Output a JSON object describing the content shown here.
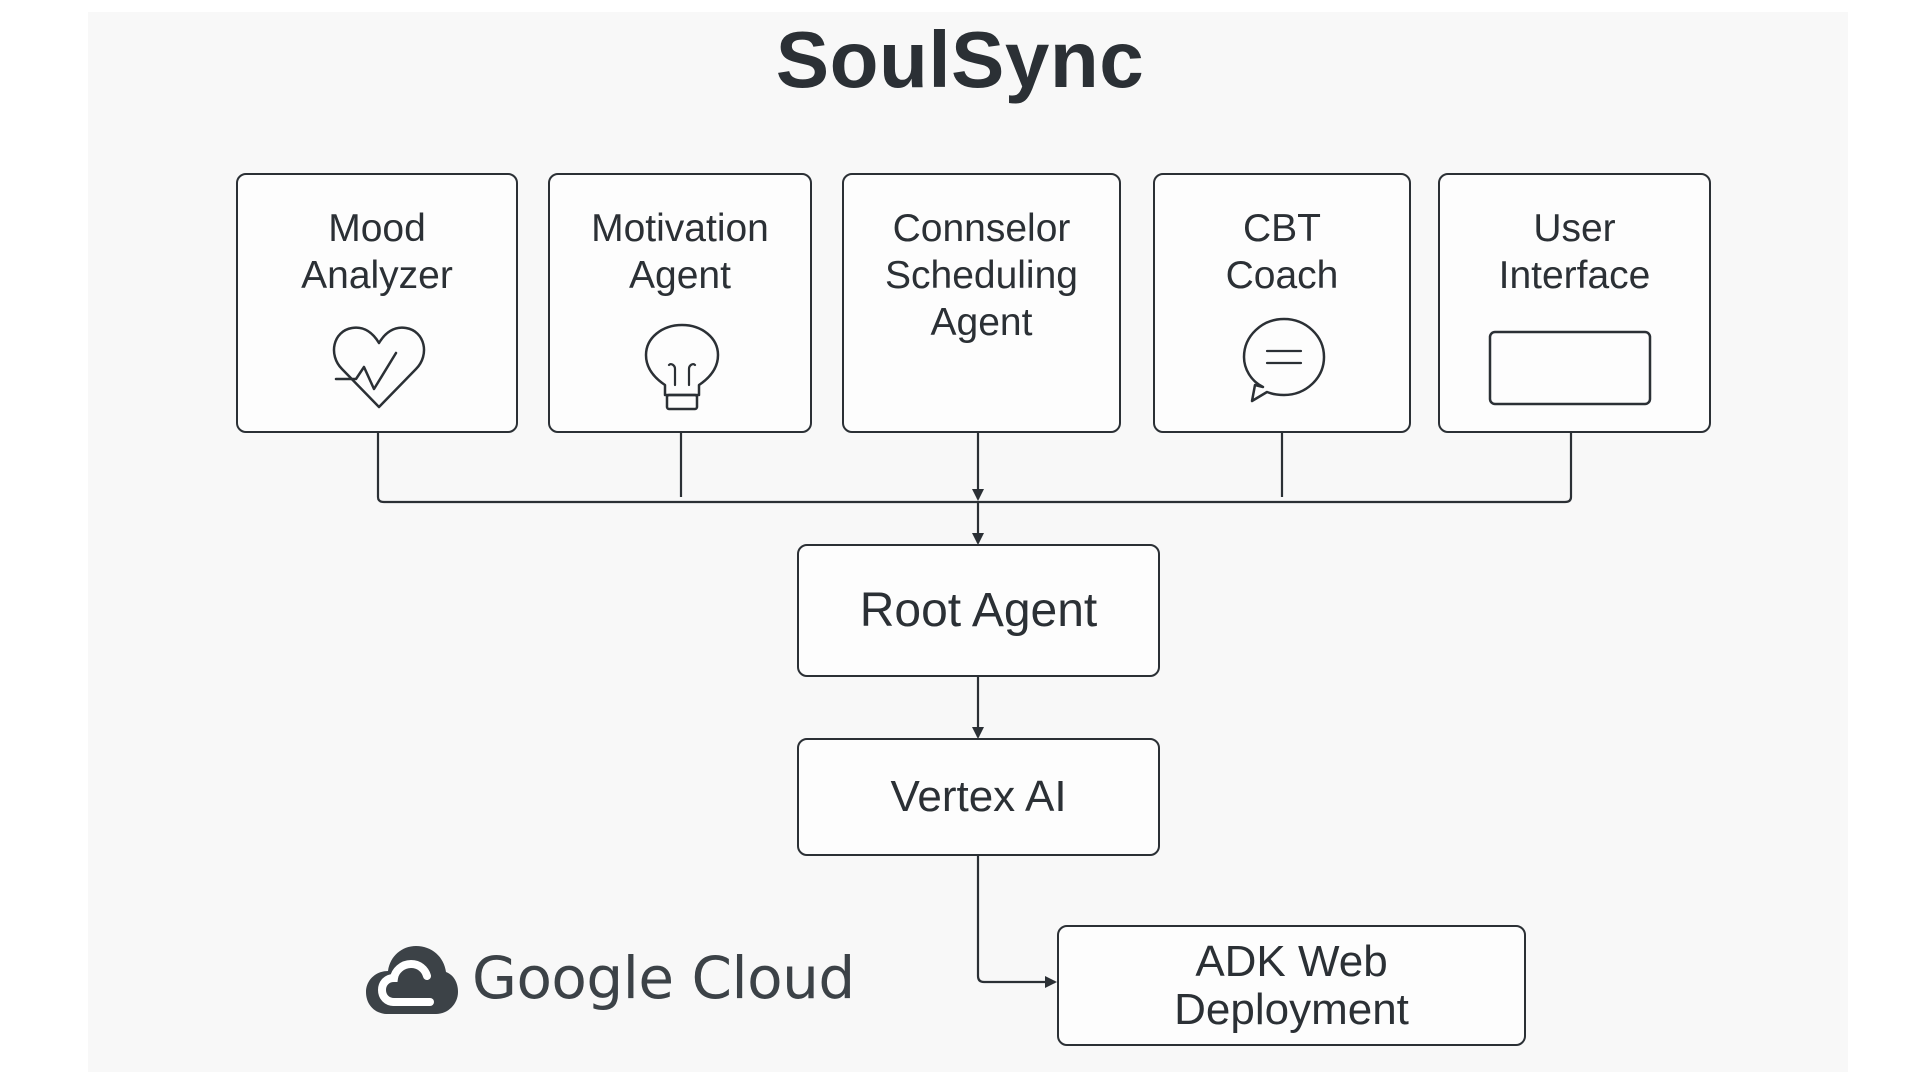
{
  "title": "SoulSync",
  "agents": [
    {
      "label": "Mood\nAnalyzer",
      "icon": "heartbeat-icon"
    },
    {
      "label": "Motivation\nAgent",
      "icon": "lightbulb-icon"
    },
    {
      "label": "Connselor\nScheduling\nAgent",
      "icon": ""
    },
    {
      "label": "CBT\nCoach",
      "icon": "chat-bubble-icon"
    },
    {
      "label": "User\nInterface",
      "icon": "window-icon"
    }
  ],
  "root_agent": {
    "label": "Root Agent"
  },
  "vertex_ai": {
    "label": "Vertex AI"
  },
  "deployment": {
    "label": "ADK Web\nDeployment"
  },
  "brand": {
    "text": "Google Cloud",
    "icon": "google-cloud-icon"
  },
  "colors": {
    "stroke": "#2b3035",
    "background": "#f8f8f8",
    "box_fill": "#fdfdfd"
  }
}
